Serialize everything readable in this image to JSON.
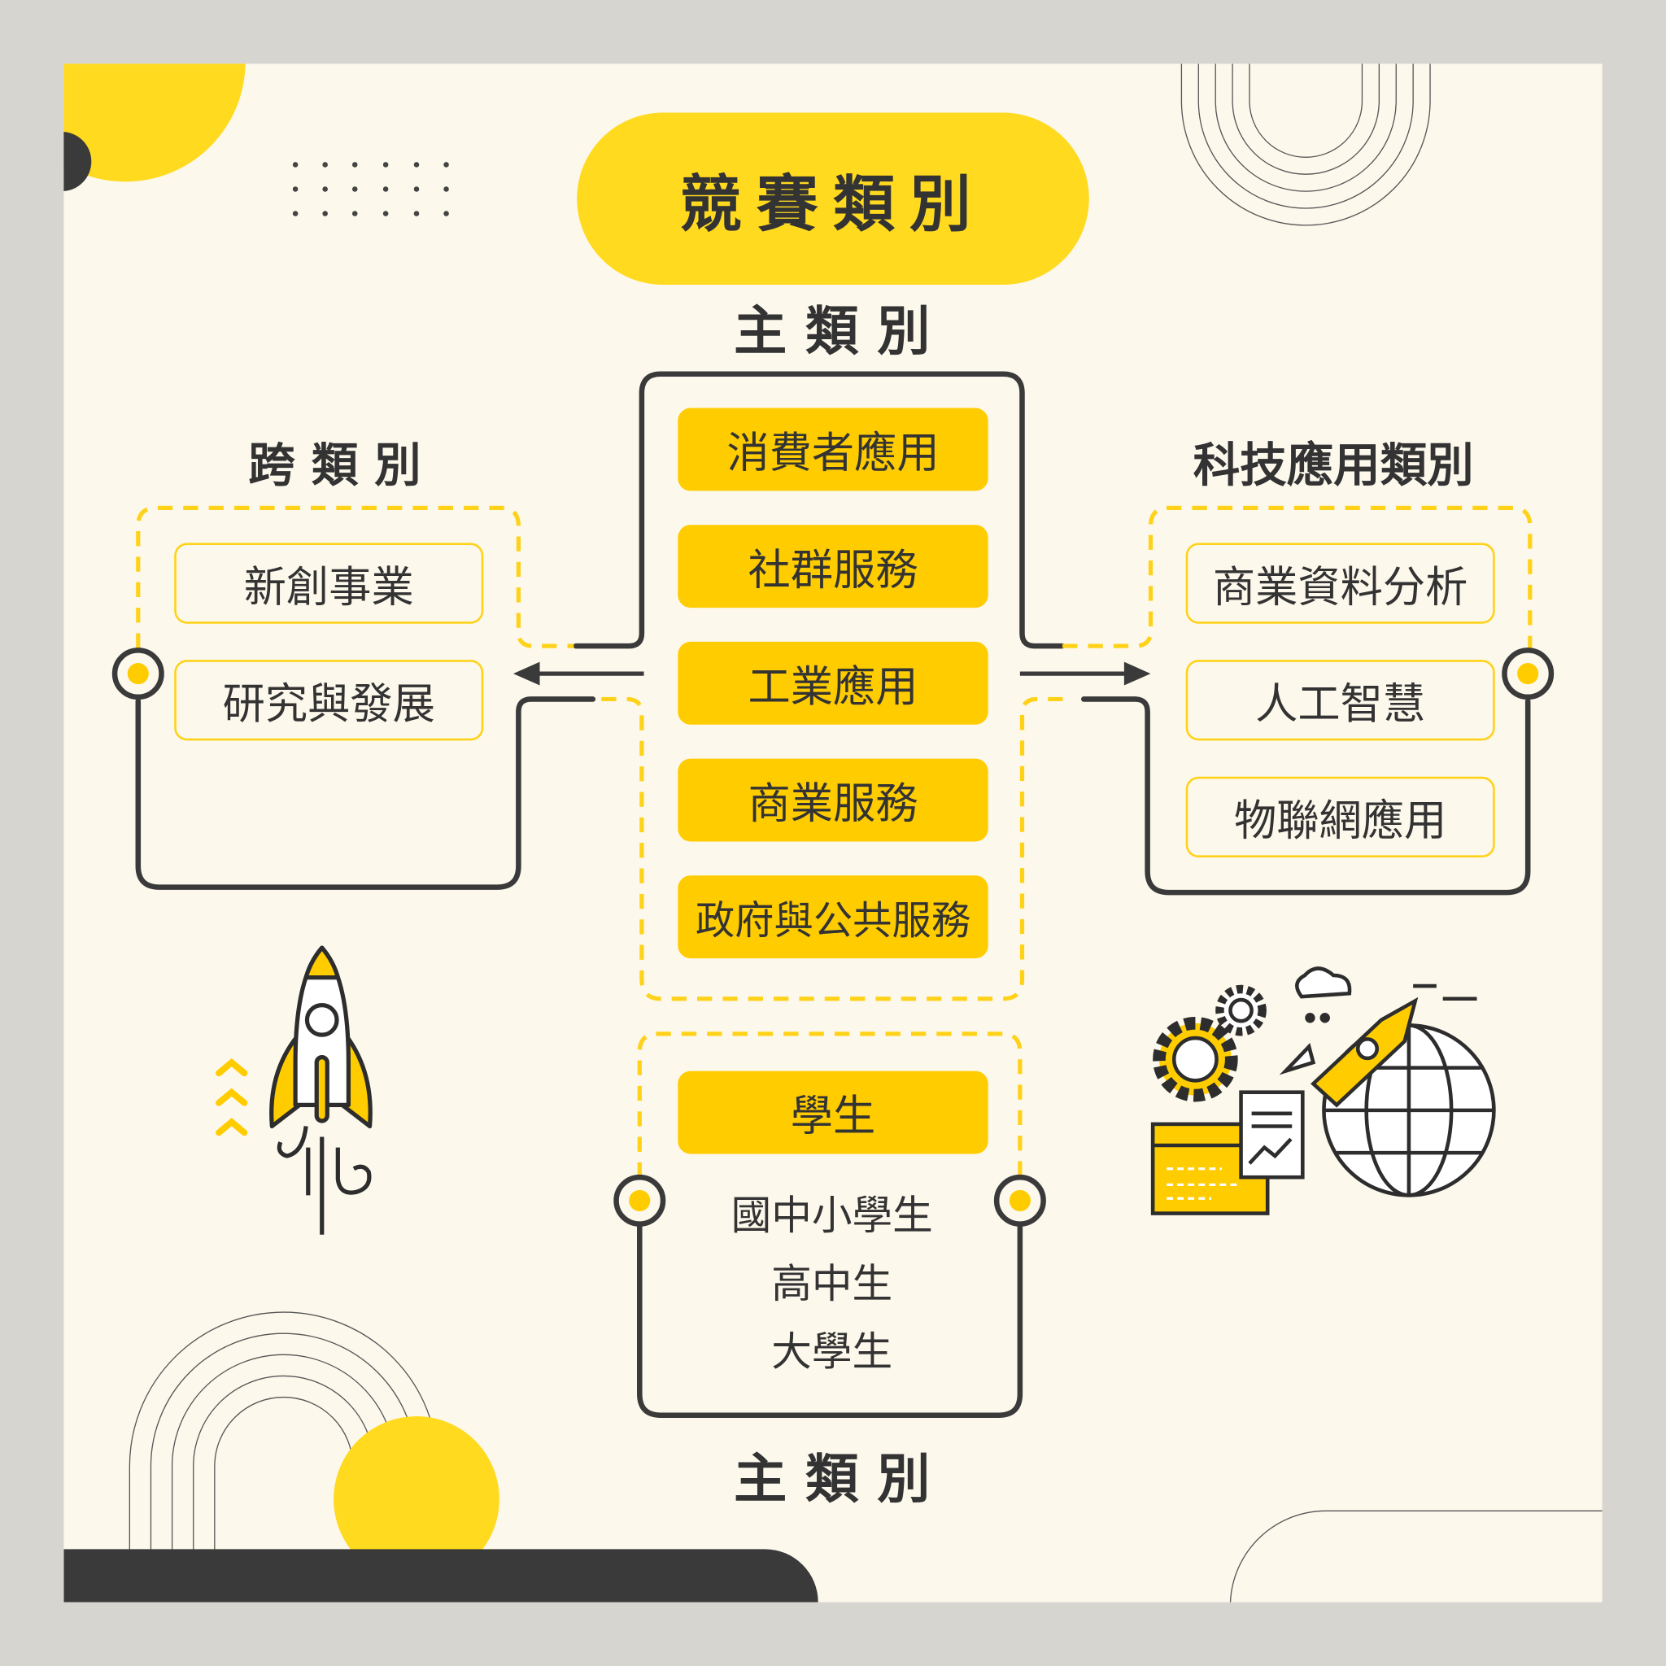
{
  "title": "競賽類別",
  "main_heading": "主 類 別",
  "main_categories": [
    "消費者應用",
    "社群服務",
    "工業應用",
    "商業服務",
    "政府與公共服務"
  ],
  "cross": {
    "heading": "跨 類 別",
    "items": [
      "新創事業",
      "研究與發展"
    ]
  },
  "tech": {
    "heading": "科技應用類別",
    "items": [
      "商業資料分析",
      "人工智慧",
      "物聯網應用"
    ]
  },
  "eligibility": {
    "heading": "主 類 別",
    "badge": "學生",
    "items": [
      "國中小學生",
      "高中生",
      "大學生"
    ]
  },
  "colors": {
    "yellow": "#ffcc00",
    "dark": "#3a3a3a",
    "background": "#fdf8ec"
  }
}
